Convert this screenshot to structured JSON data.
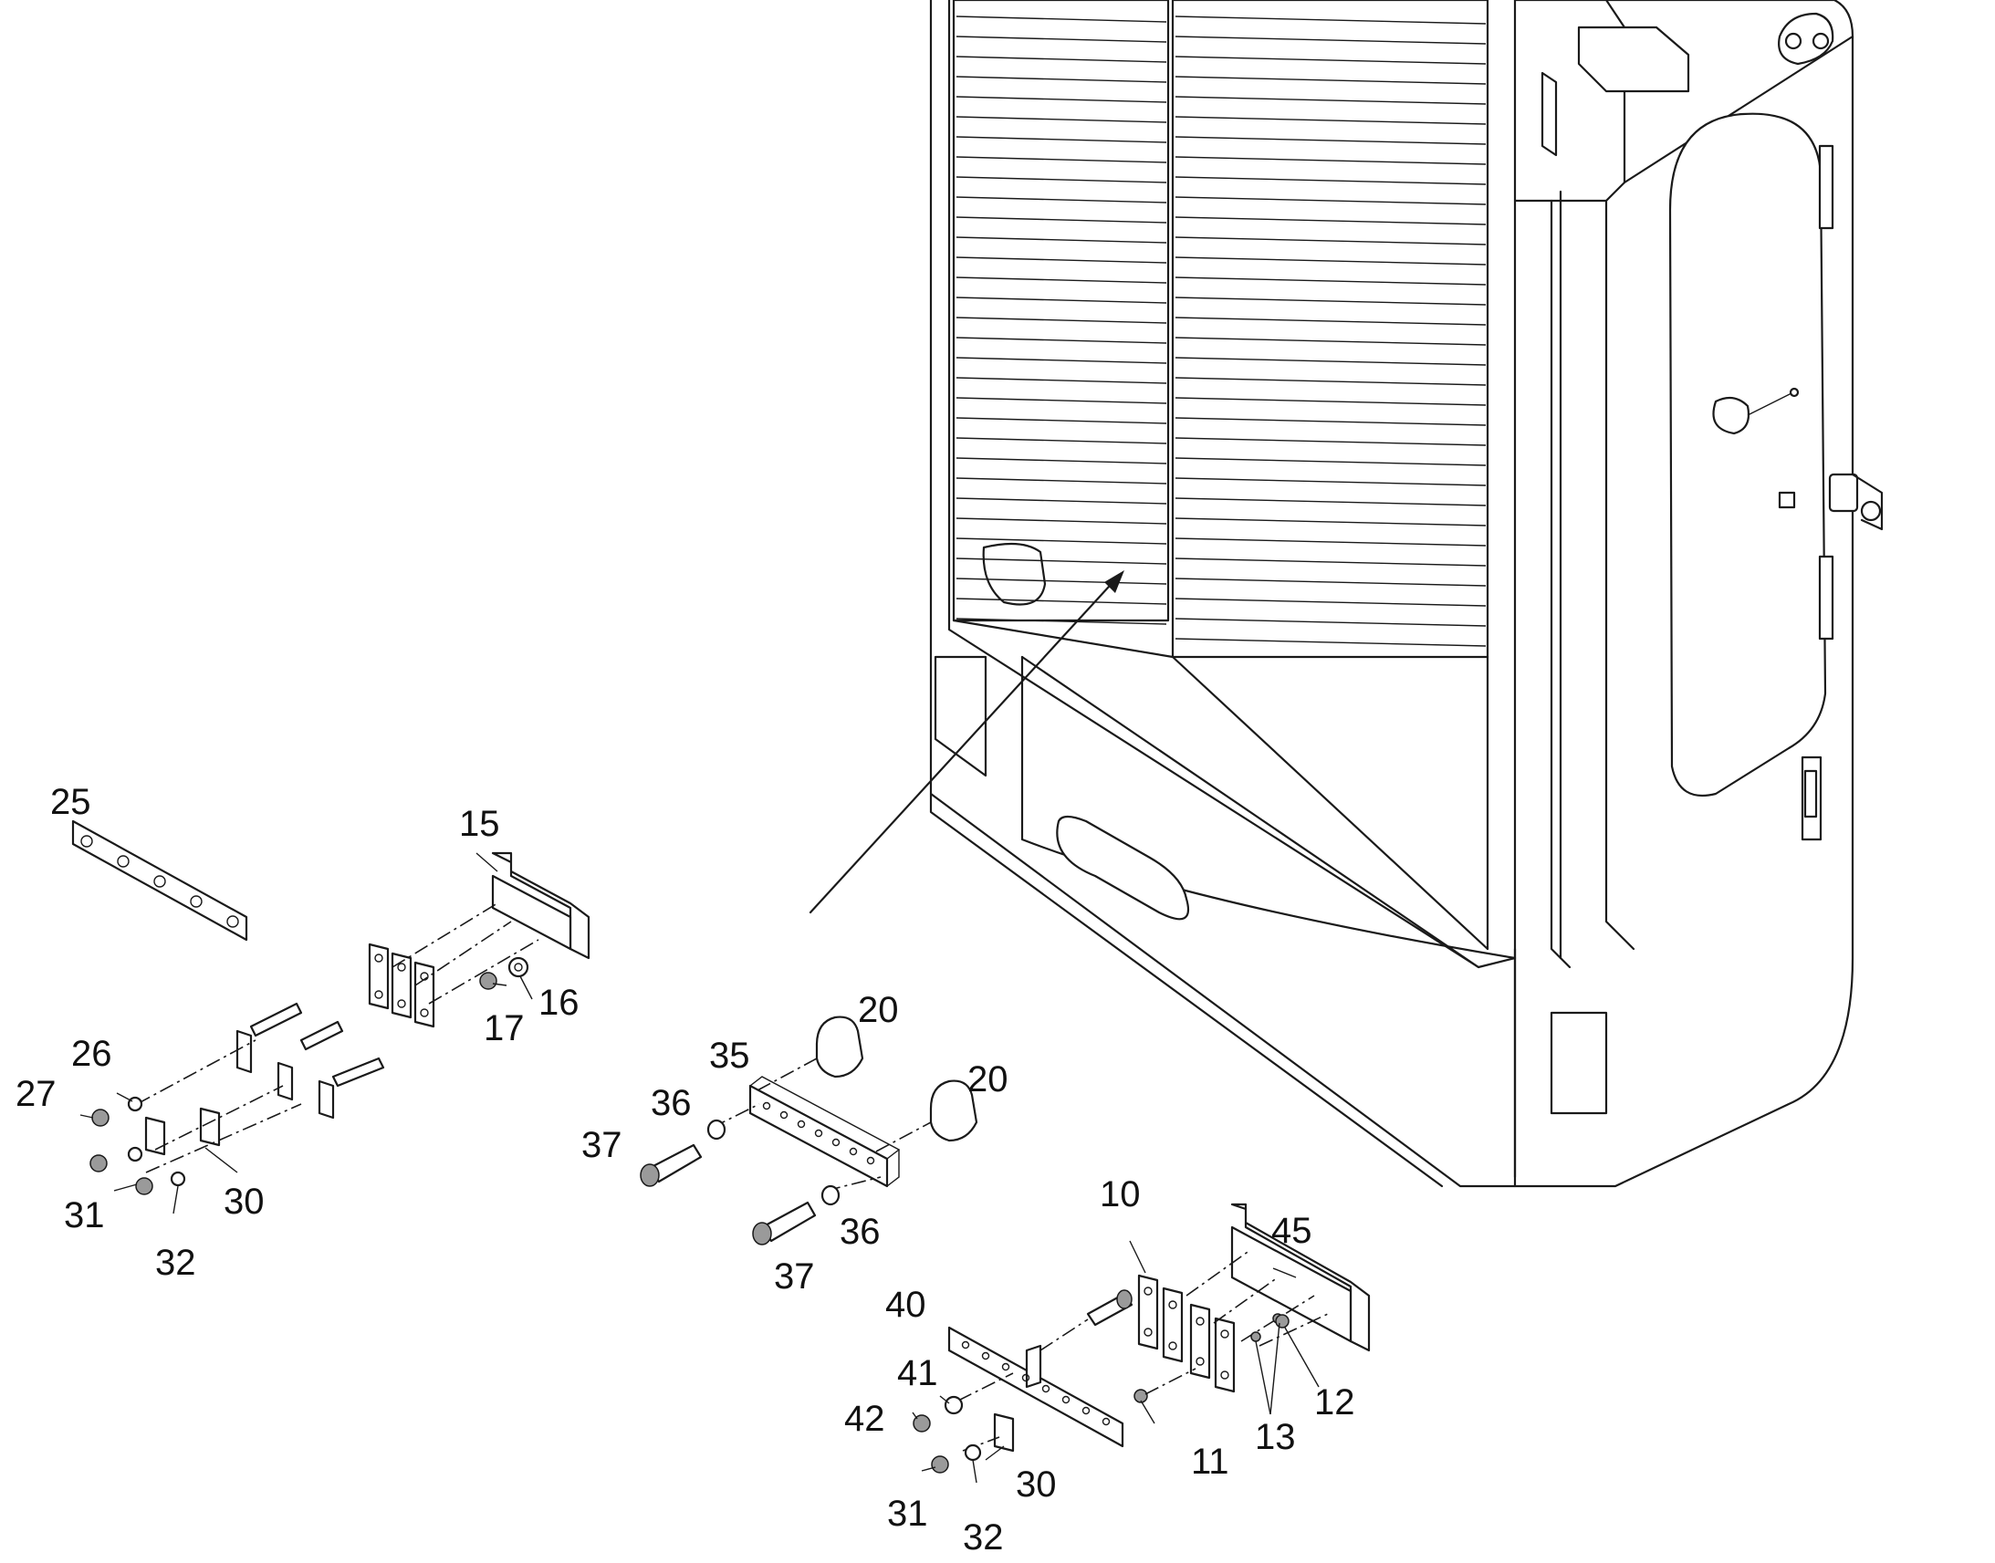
{
  "callouts": {
    "c10": "10",
    "c11": "11",
    "c12": "12",
    "c13": "13",
    "c15": "15",
    "c16": "16",
    "c17": "17",
    "c20a": "20",
    "c20b": "20",
    "c25": "25",
    "c26": "26",
    "c27": "27",
    "c30a": "30",
    "c30b": "30",
    "c31a": "31",
    "c31b": "31",
    "c32a": "32",
    "c32b": "32",
    "c35": "35",
    "c36a": "36",
    "c36b": "36",
    "c37a": "37",
    "c37b": "37",
    "c40": "40",
    "c41": "41",
    "c42": "42",
    "c45": "45"
  },
  "colors": {
    "line": "#1a1a1a",
    "background": "#ffffff"
  }
}
